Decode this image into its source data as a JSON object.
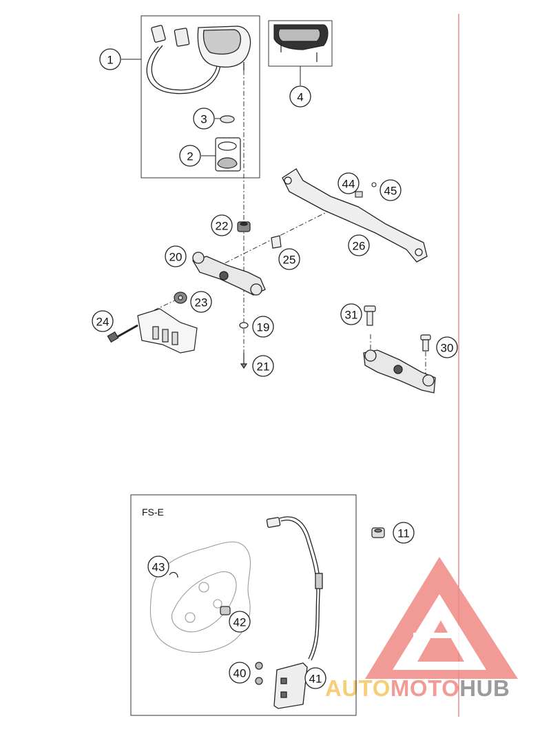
{
  "diagram": {
    "callouts": [
      "1",
      "2",
      "3",
      "4",
      "11",
      "19",
      "20",
      "21",
      "22",
      "23",
      "24",
      "25",
      "26",
      "30",
      "31",
      "40",
      "41",
      "42",
      "43",
      "44",
      "45"
    ],
    "fs_box_label": "FS-E"
  },
  "watermark": {
    "part1": "AUTO",
    "part2": "MOTO",
    "part3": "HUB",
    "colors": {
      "auto": "#f6c55e",
      "moto": "#f08a84",
      "hub": "#8a8a8a",
      "triangle": "#f08a84"
    }
  }
}
